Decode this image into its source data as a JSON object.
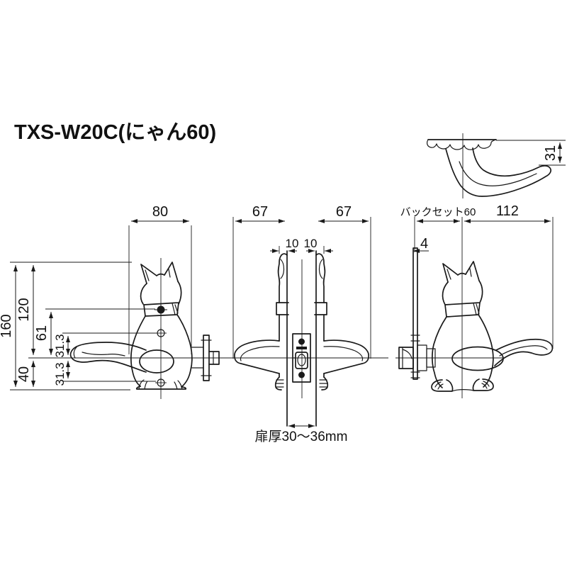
{
  "title": "TXS-W20C(にゃん60)",
  "drawing": {
    "front_view": {
      "width": "80",
      "height": "160",
      "top_to_lever_center": "120",
      "lever_center_to_bottom": "40",
      "bell_screw_offset": "61",
      "upper_screw_offset": "31.3",
      "lower_screw_offset": "31.3"
    },
    "section_view": {
      "lever_projection_left": "67",
      "lever_projection_right": "67",
      "rose_thickness_left": "10",
      "rose_thickness_right": "10",
      "door_thickness_label": "扉厚30～36mm"
    },
    "rear_view": {
      "backset_label": "バックセット60",
      "lever_length": "112",
      "faceplate_thickness": "4"
    },
    "top_view": {
      "lever_height": "31"
    }
  },
  "colors": {
    "line": "#1a1a1a",
    "background": "#ffffff"
  }
}
